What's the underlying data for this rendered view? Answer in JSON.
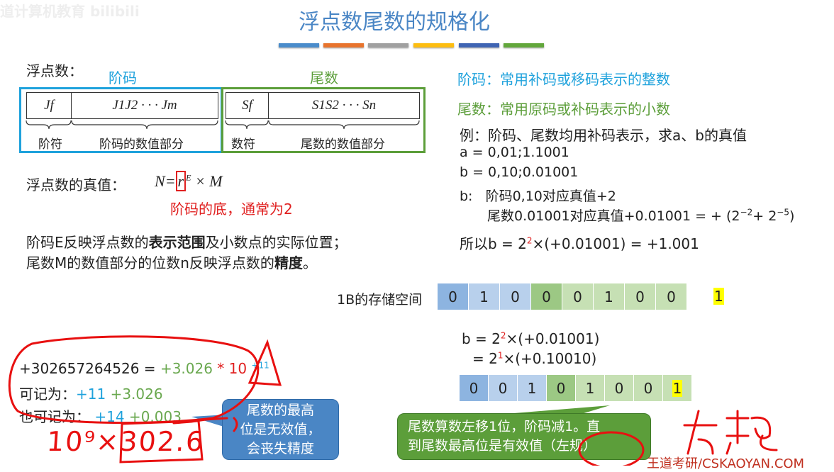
{
  "watermark": "道计算机教育 bilibili",
  "title": "浮点数尾数的规格化",
  "colors": {
    "title": "#4a86c5",
    "bars": [
      "#4a8ccb",
      "#e8732c",
      "#a0a0a0",
      "#fdbd10",
      "#3f64b3",
      "#62a73b"
    ],
    "jie": "#1fa2dc",
    "wei": "#5c9e3a",
    "red": "#e02020"
  },
  "left": {
    "heading": "浮点数：",
    "jie_label": "阶码",
    "wei_label": "尾数",
    "cells": {
      "jf": "Jf",
      "jm": "J1J2 · · · Jm",
      "sf": "Sf",
      "sn": "S1S2 · · · Sn"
    },
    "braces": [
      "阶符",
      "阶码的数值部分",
      "数符",
      "尾数的数值部分"
    ],
    "truth_label": "浮点数的真值：",
    "formula": {
      "n": "N",
      "eq": "=",
      "r": "r",
      "e": "E",
      "rest": "× M"
    },
    "base_note": "阶码的底，通常为2",
    "para1": [
      "阶码E反映浮点数的",
      "表示范围",
      "及小数点的实际位置；"
    ],
    "para2": [
      "尾数M的数值部分的位数n反映浮点数的",
      "精度",
      "。"
    ]
  },
  "right": {
    "jie_line": "阶码：常用补码或移码表示的整数",
    "wei_line": "尾数：常用原码或补码表示的小数",
    "example": "例：阶码、尾数均用补码表示，求a、b的真值",
    "a": "a = 0,01;1.1001",
    "b": "b = 0,10;0.01001",
    "b_jie": "b:   阶码0,10对应真值+2",
    "b_wei": "尾数0.01001对应真值+0.01001 = + (2",
    "b_wei_exp1": "−2",
    "b_wei_mid": "+ 2",
    "b_wei_exp2": "−5",
    "b_wei_end": ")",
    "so": "所以b = 2",
    "so_exp": "2",
    "so_rest": "×(+0.01001) = +1.001"
  },
  "storage": {
    "label": "1B的存储空间",
    "bits": [
      "0",
      "1",
      "0",
      "0",
      "0",
      "1",
      "0",
      "0"
    ],
    "overflow": "1"
  },
  "norm": {
    "l1": "b = 2",
    "l1_exp": "2",
    "l1_rest": "×(+0.01001)",
    "l2": "= 2",
    "l2_exp": "1",
    "l2_rest": "×(+0.10010)",
    "bits": [
      "0",
      "0",
      "1",
      "0",
      "1",
      "0",
      "0",
      "1"
    ]
  },
  "callout_green": [
    "尾数算数左移1位，阶码减1。直",
    "到尾数最高位是有效值（左规）"
  ],
  "callout_blue": [
    "尾数的最高",
    "位是无效值，",
    "会丧失精度"
  ],
  "example_dec": {
    "num": "+302657264526",
    "eq": " = ",
    "mant": "+3.026",
    "times": " * 10",
    "exp": "+11",
    "l2_label": "可记为：",
    "l2_exp": "+11",
    "l2_mant": " +3.026",
    "l3_label": "也可记为：",
    "l3_exp": "+14",
    "l3_mant": " +0.003"
  },
  "handwriting": {
    "left": "10⁹×302.6",
    "right": "左规"
  },
  "footer": "王道考研/CSKAOYAN.COM"
}
